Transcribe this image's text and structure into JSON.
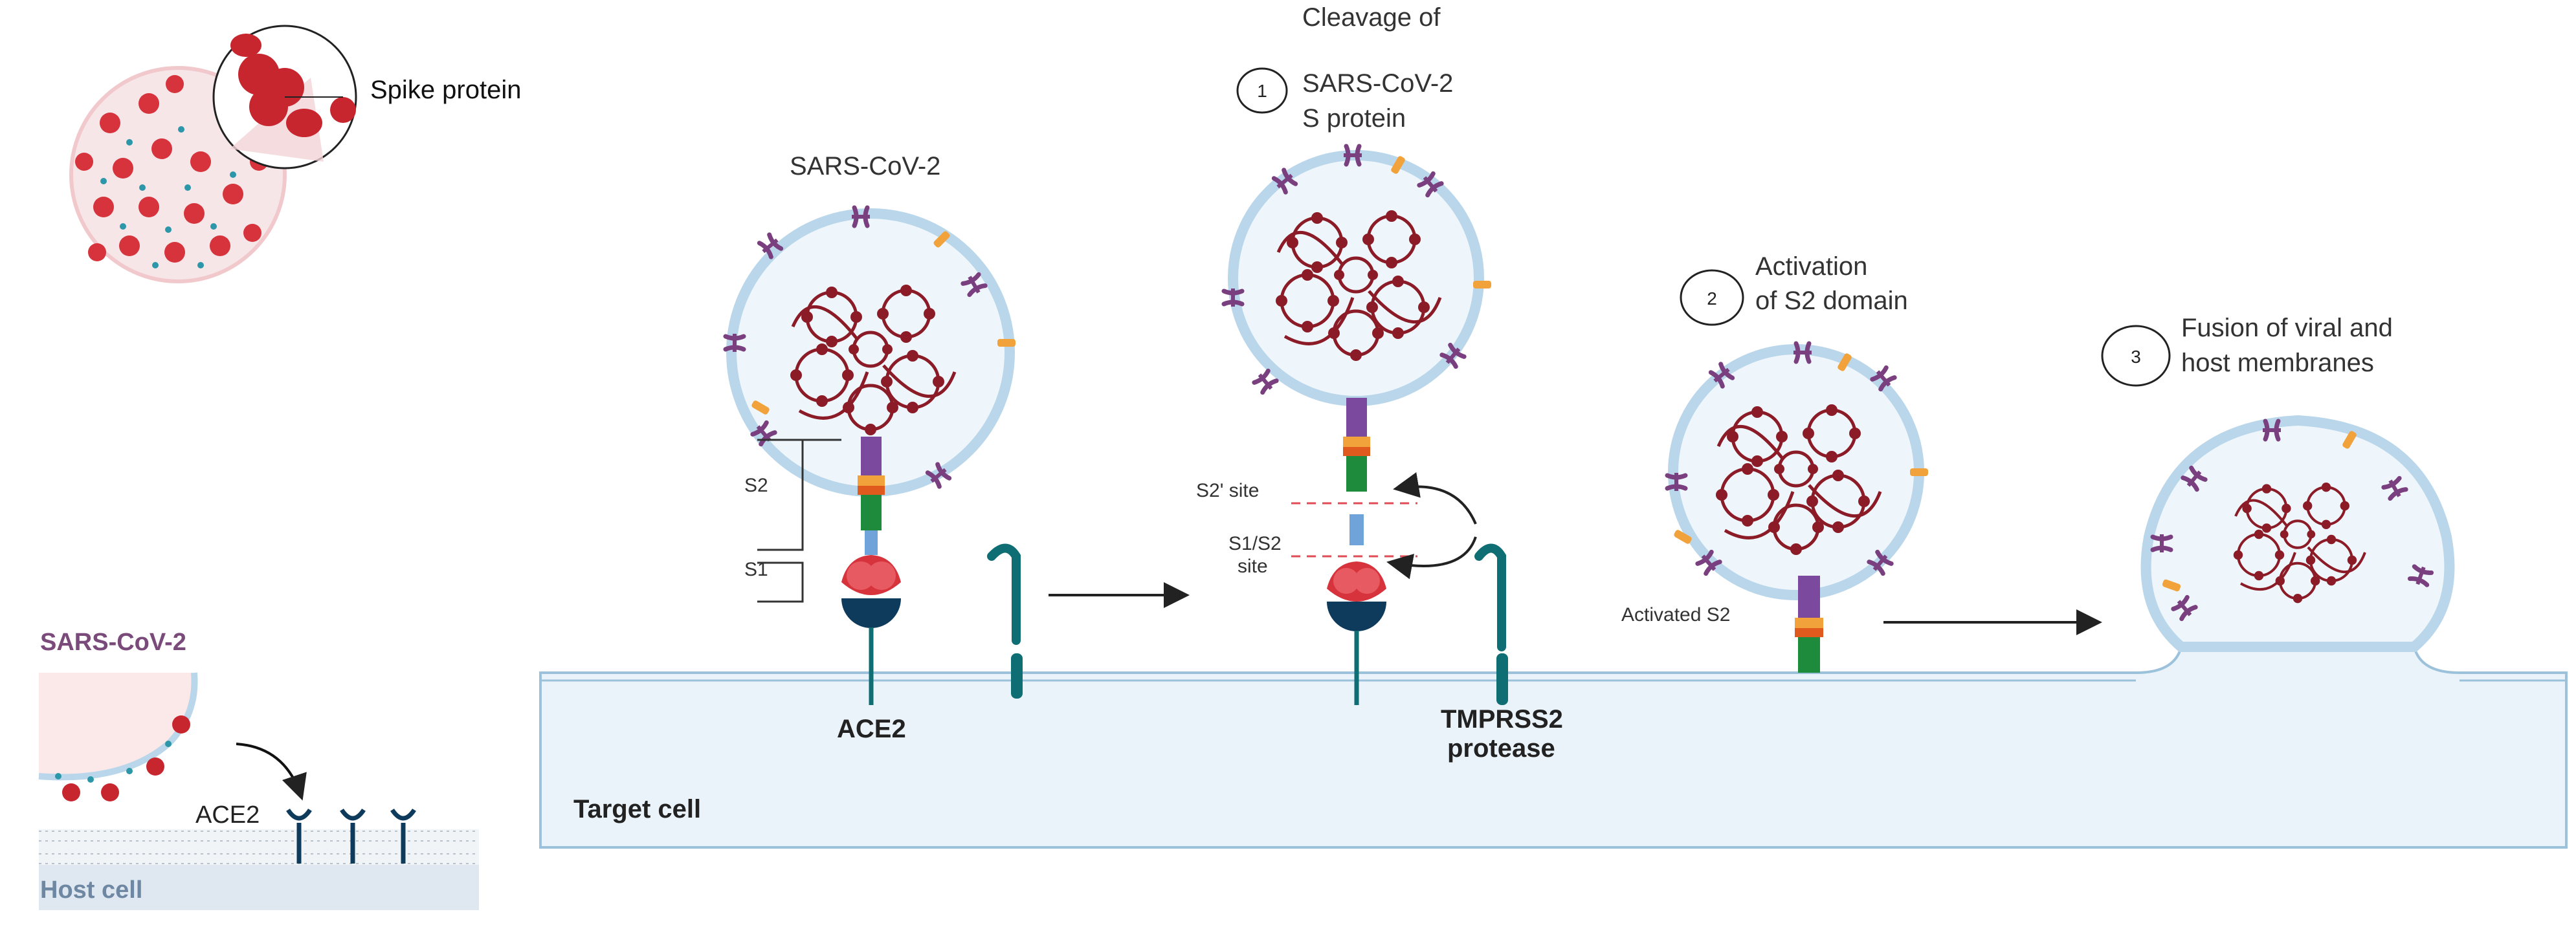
{
  "inset_top": {
    "spike_label": "Spike protein"
  },
  "inset_bottom": {
    "virus_label": "SARS-CoV-2",
    "receptor_label": "ACE2",
    "cell_label": "Host cell"
  },
  "main": {
    "cell_label": "Target cell",
    "virus_label": "SARS-CoV-2",
    "s2_label": "S2",
    "s1_label": "S1",
    "ace2_label": "ACE2",
    "tmprss2_line1": "TMPRSS2",
    "tmprss2_line2": "protease",
    "s2prime_label": "S2' site",
    "s1s2_line1": "S1/S2",
    "s1s2_line2": "site",
    "activated_label": "Activated S2"
  },
  "steps": [
    {
      "number": "1",
      "lines": [
        "Cleavage of",
        "SARS-CoV-2",
        "S protein"
      ]
    },
    {
      "number": "2",
      "lines": [
        "Activation",
        "of S2 domain"
      ]
    },
    {
      "number": "3",
      "lines": [
        "Fusion of viral and",
        "host membranes"
      ]
    }
  ],
  "colors": {
    "membrane_fill": "#eaf3f9",
    "membrane_stroke": "#9cc2db",
    "virus_membrane": "#b9d6ea",
    "spike_red": "#d6333c",
    "rna": "#8b1c27",
    "receptor_navy": "#0e3a5c",
    "teal": "#0f6e74",
    "purple": "#7b4a9e",
    "orange": "#f2a23a",
    "green": "#1e8a3c",
    "glyco_purple": "#7a3f7f",
    "bottom_virus_label": "#7a4a7a",
    "host_cell_label": "#6e87a3"
  }
}
